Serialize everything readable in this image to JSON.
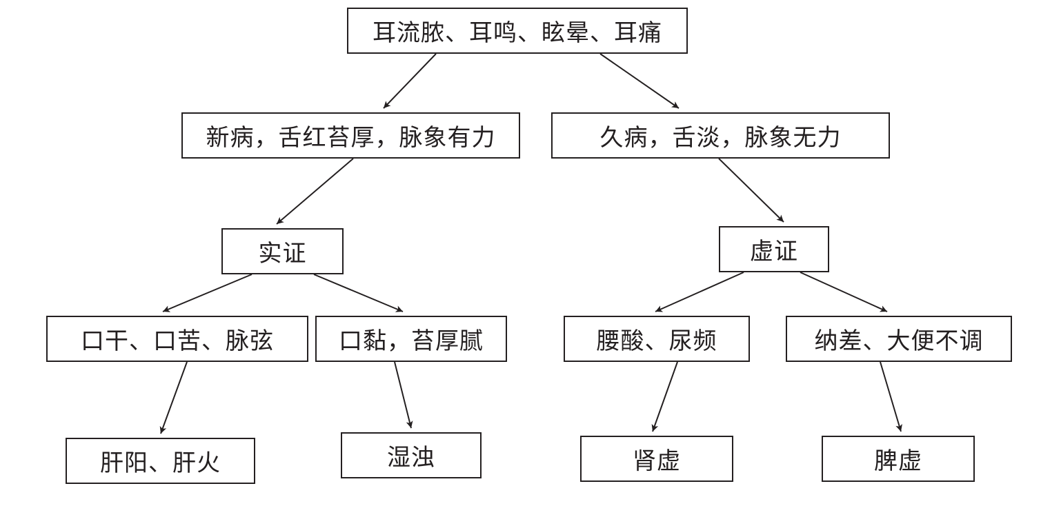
{
  "nodes": {
    "root": "耳流脓、耳鸣、眩晕、耳痛",
    "new_disease": "新病，舌红苔厚，脉象有力",
    "old_disease": "久病，舌淡，脉象无力",
    "excess": "实证",
    "deficiency": "虚证",
    "dry_bitter": "口干、口苦、脉弦",
    "sticky_greasy": "口黏，苔厚腻",
    "waist_urine": "腰酸、尿频",
    "appetite_stool": "纳差、大便不调",
    "liver": "肝阳、肝火",
    "damp": "湿浊",
    "kidney": "肾虚",
    "spleen": "脾虚"
  },
  "colors": {
    "line": "#231f20",
    "background": "#ffffff"
  }
}
